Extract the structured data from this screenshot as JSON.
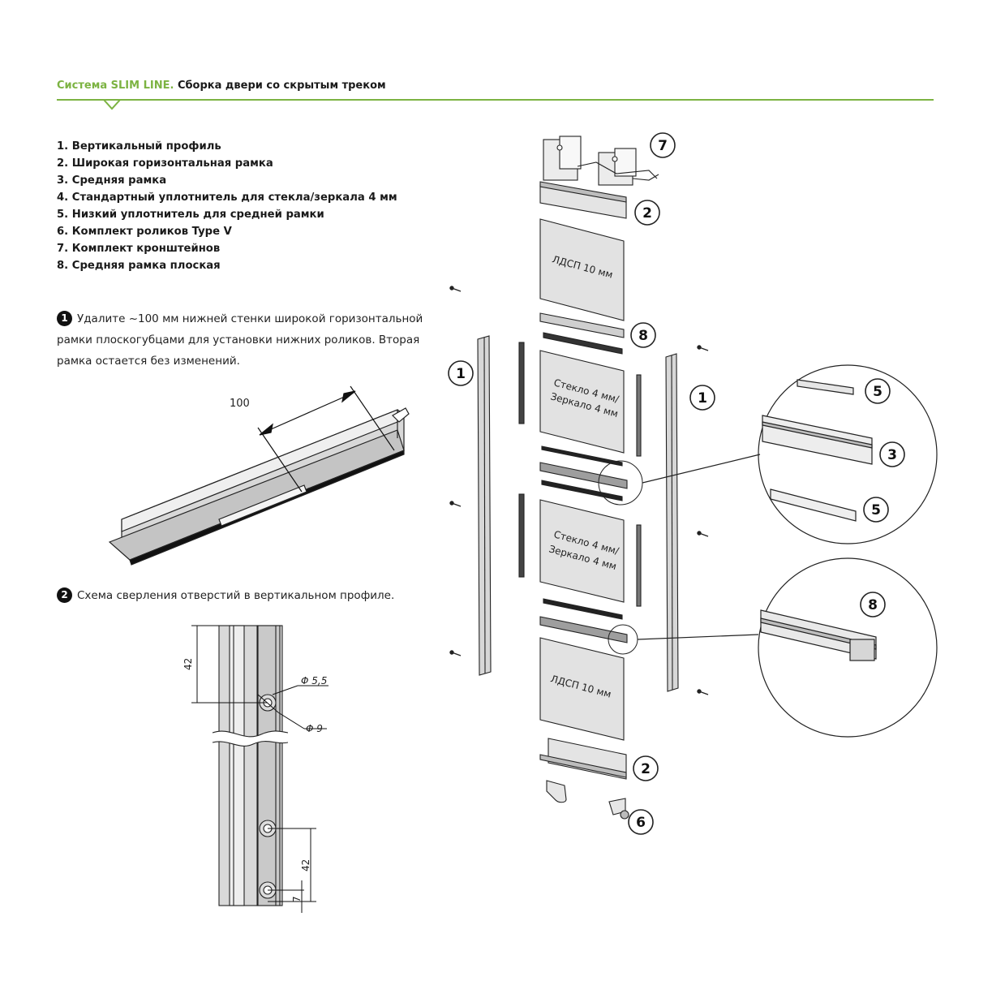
{
  "header": {
    "system": "Система SLIM LINE.",
    "title": "Сборка двери со скрытым треком"
  },
  "parts": [
    "1. Вертикальный профиль",
    "2. Широкая горизонтальная рамка",
    "3. Средняя рамка",
    "4. Стандартный уплотнитель для стекла/зеркала 4 мм",
    "5. Низкий уплотнитель для средней рамки",
    "6. Комплект роликов Type V",
    "7. Комплект кронштейнов",
    "8. Средняя рамка плоская"
  ],
  "step1": {
    "number": "1",
    "text": "Удалите ~100 мм нижней стенки широкой горизонтальной рамки плоскогубцами для установки нижних роликов. Вторая рамка остается без изменений.",
    "dimension": "100"
  },
  "step2": {
    "number": "2",
    "text": "Схема сверления отверстий в вертикальном профиле.",
    "dim_top": "42",
    "dim_bottom": "42",
    "dim_edge": "7",
    "hole_small": "Φ 5,5",
    "hole_large": "Φ 9"
  },
  "panels": {
    "chipboard_top": "ЛДСП 10 мм",
    "glass_upper_1": "Стекло 4 мм/",
    "glass_upper_2": "Зеркало 4 мм",
    "glass_lower_1": "Стекло 4 мм/",
    "glass_lower_2": "Зеркало 4 мм",
    "chipboard_bottom": "ЛДСП 10 мм"
  },
  "callouts": {
    "bracket_kit": "7",
    "wide_frame_top": "2",
    "flat_middle_frame": "8",
    "vertical_profile_left": "1",
    "vertical_profile_right": "1",
    "wide_frame_bottom": "2",
    "rollers": "6",
    "detail_seal_top": "5",
    "detail_middle_frame": "3",
    "detail_seal_bottom": "5",
    "detail_flat_frame": "8"
  },
  "colors": {
    "accent": "#7cb342",
    "panel": "#e2e2e2",
    "outline": "#222222"
  }
}
